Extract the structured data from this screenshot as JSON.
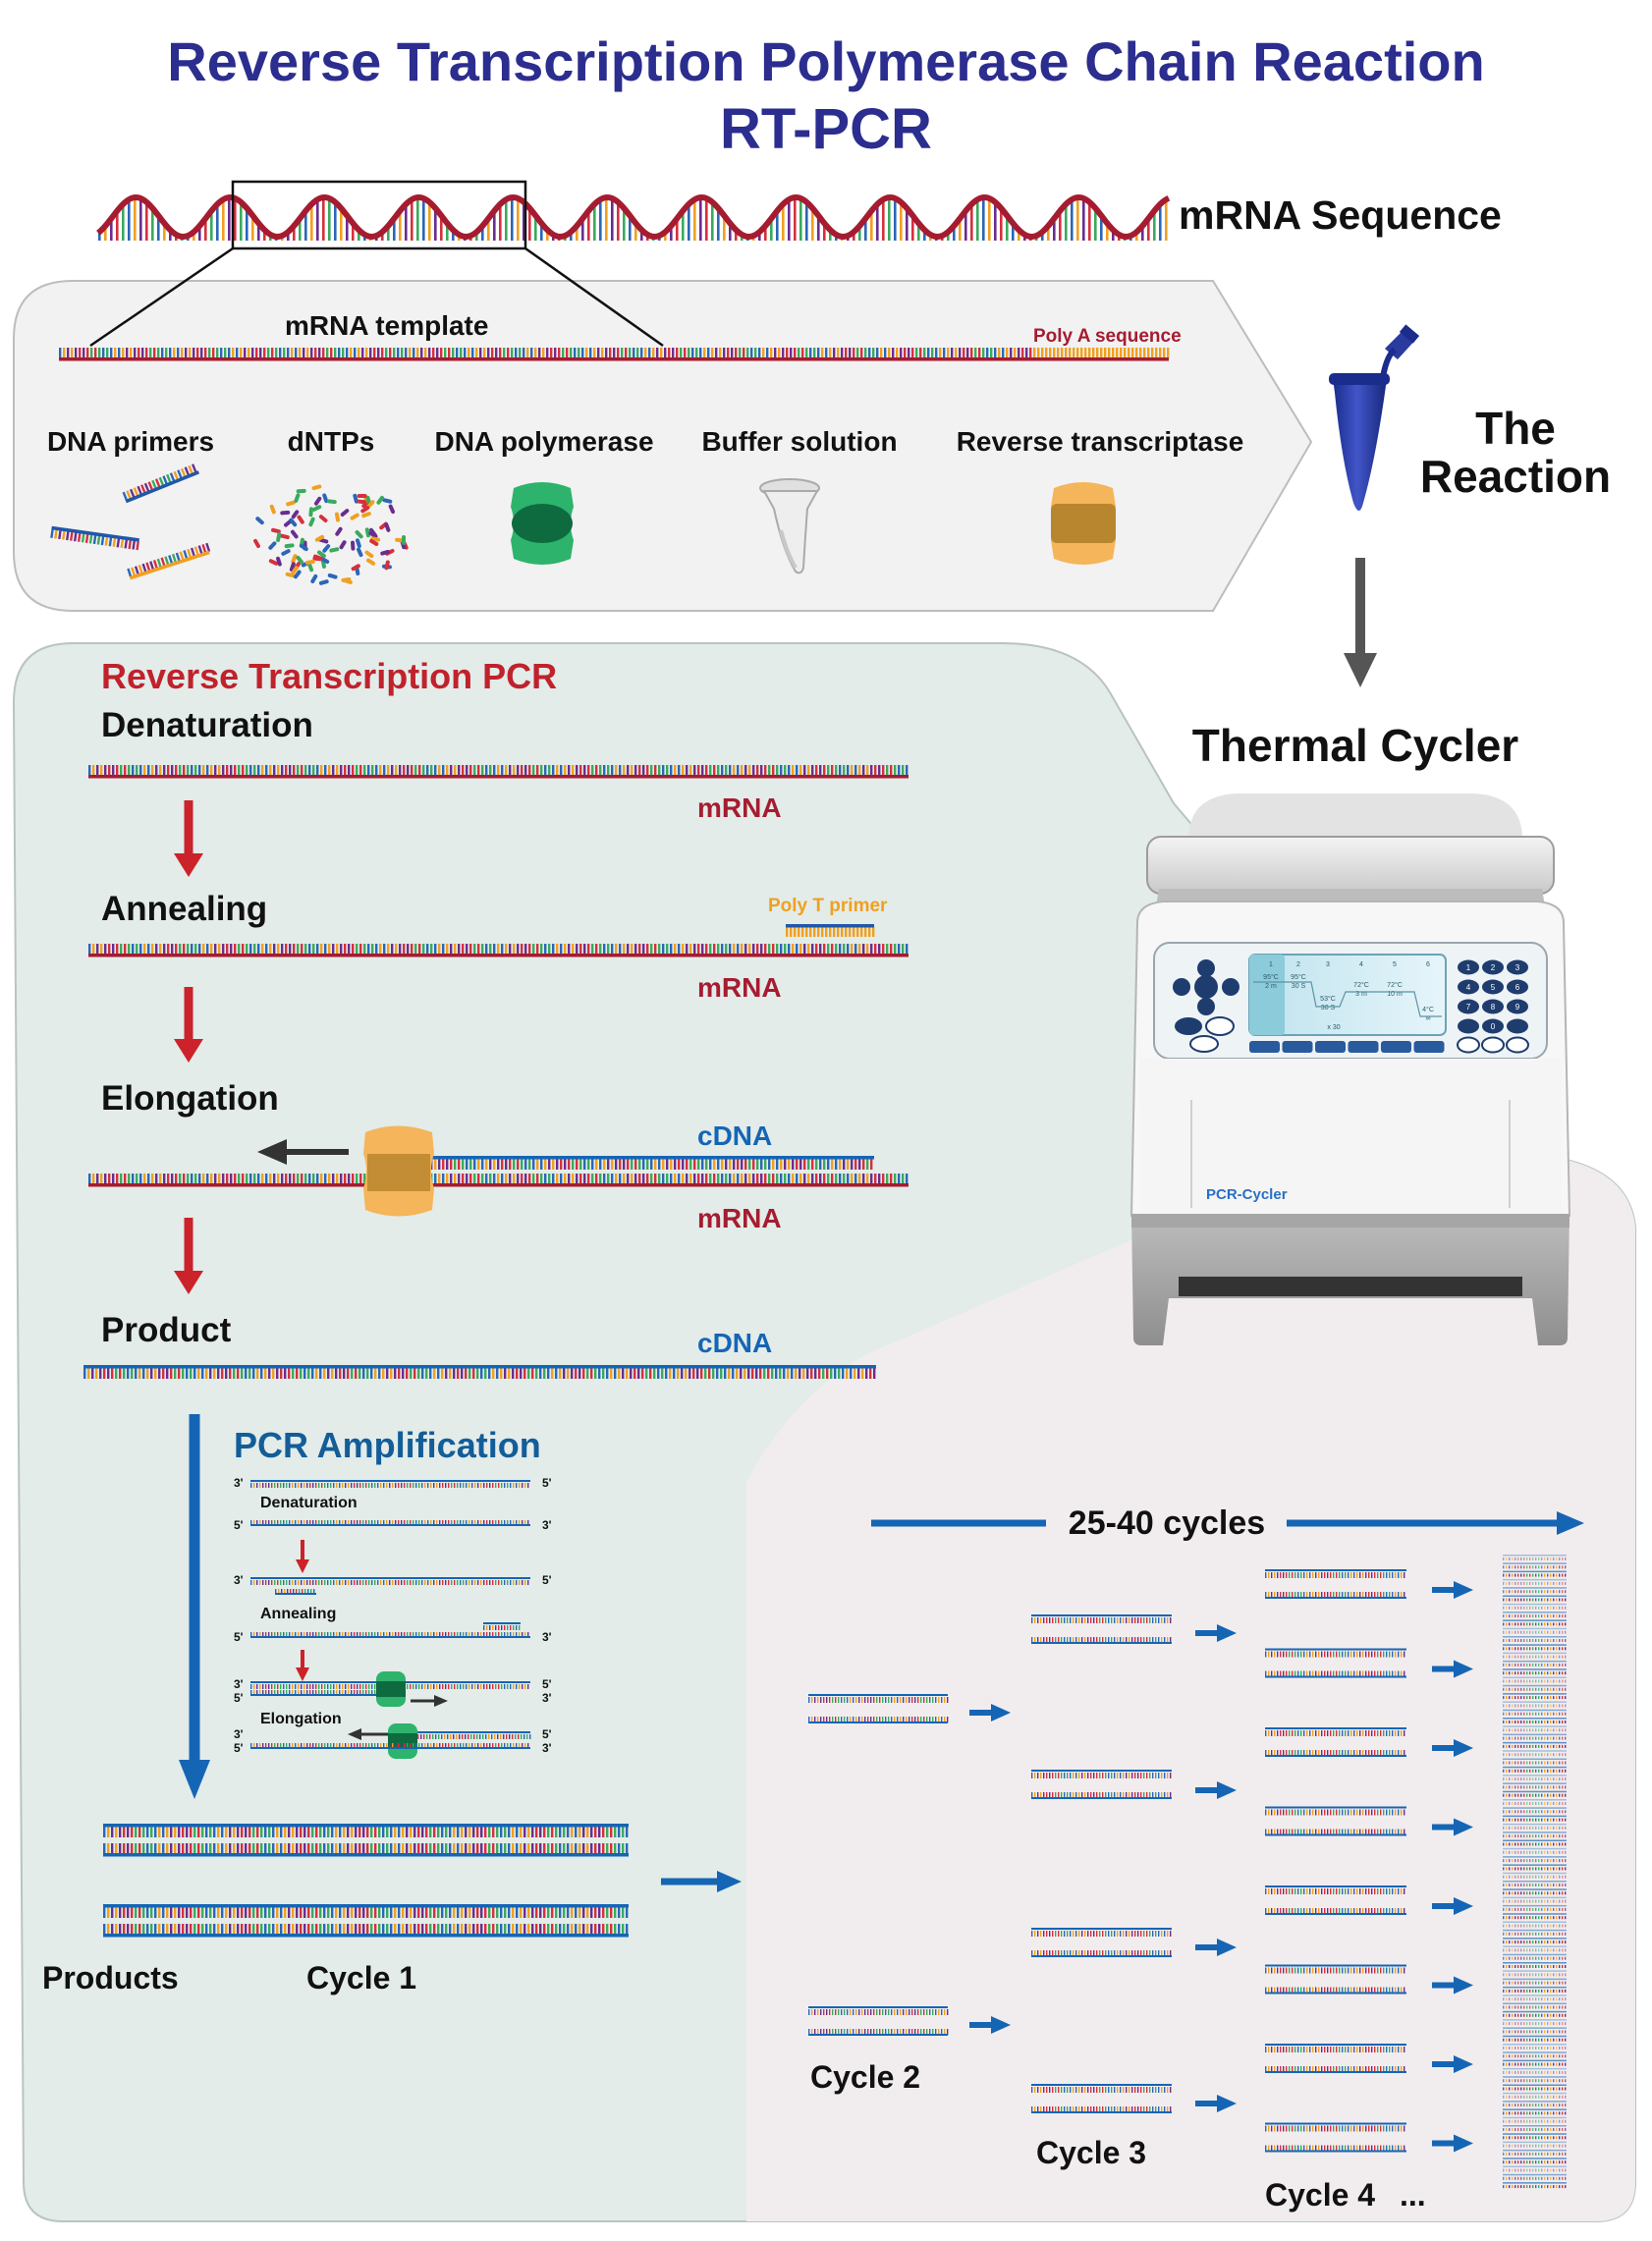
{
  "title": {
    "line1": "Reverse Transcription Polymerase Chain Reaction",
    "line2": "RT-PCR"
  },
  "top": {
    "mrna_sequence_label": "mRNA Sequence",
    "mrna_template_label": "mRNA template",
    "poly_a_label": "Poly A sequence"
  },
  "reagents": [
    {
      "label": "DNA primers",
      "icon": "dna-primers-icon"
    },
    {
      "label": "dNTPs",
      "icon": "dntps-icon"
    },
    {
      "label": "DNA polymerase",
      "icon": "dna-polymerase-icon"
    },
    {
      "label": "Buffer solution",
      "icon": "buffer-tube-icon"
    },
    {
      "label": "Reverse transcriptase",
      "icon": "reverse-transcriptase-icon"
    }
  ],
  "reaction": {
    "line1": "The",
    "line2": "Reaction"
  },
  "thermal_cycler": {
    "label": "Thermal Cycler",
    "brand": "PCR-Cycler",
    "screen_steps": [
      "1",
      "2",
      "3",
      "4",
      "5",
      "6"
    ],
    "screen_temps": [
      "95°C",
      "95°C",
      "53°C",
      "72°C",
      "72°C",
      "4°C"
    ],
    "screen_times": [
      "2 m",
      "30 S",
      "30 S",
      "3 m",
      "10 m",
      "∞"
    ],
    "screen_loop": "x 30",
    "keypad": [
      "1",
      "2",
      "3",
      "4",
      "5",
      "6",
      "7",
      "8",
      "9",
      "0"
    ]
  },
  "rt": {
    "title": "Reverse Transcription PCR",
    "denaturation": "Denaturation",
    "annealing": "Annealing",
    "elongation": "Elongation",
    "product": "Product",
    "mrna": "mRNA",
    "cdna": "cDNA",
    "poly_t_primer": "Poly T primer"
  },
  "pcr": {
    "title": "PCR Amplification",
    "denaturation": "Denaturation",
    "annealing": "Annealing",
    "elongation": "Elongation",
    "three_prime": "3'",
    "five_prime": "5'",
    "products": "Products",
    "cycle1": "Cycle 1",
    "cycle2": "Cycle 2",
    "cycle3": "Cycle 3",
    "cycle4": "Cycle 4",
    "ellipsis": "...",
    "cycles_range": "25-40 cycles"
  },
  "colors": {
    "title_blue": "#2b2d8f",
    "rna_red": "#a51c30",
    "dna_blue": "#1565b5",
    "arrow_red": "#cc2229",
    "rt_title_red": "#c0222c",
    "pcr_blue": "#135d99",
    "primer_orange": "#f0a020",
    "enzyme_orange": "#f5b55a",
    "enzyme_brown": "#b8862e",
    "polymerase_green": "#2db36b",
    "polymerase_dark": "#0e6b40",
    "panel_gray": "#f2f2f2",
    "panel_green": "#e3ece9",
    "panel_pink": "#f1edee"
  }
}
